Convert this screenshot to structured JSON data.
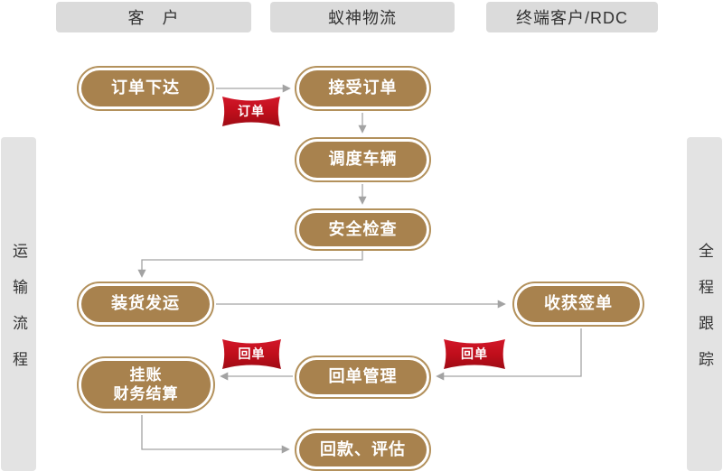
{
  "header": {
    "columns": [
      {
        "label": "客　户"
      },
      {
        "label": "蚁神物流"
      },
      {
        "label": "终端客户/RDC"
      }
    ]
  },
  "sidebars": {
    "left": {
      "label": "运输流程"
    },
    "right": {
      "label": "全程跟踪"
    }
  },
  "flow": {
    "nodes": [
      {
        "id": "order-issued",
        "label": "订单下达"
      },
      {
        "id": "accept-order",
        "label": "接受订单"
      },
      {
        "id": "dispatch-vehicles",
        "label": "调度车辆"
      },
      {
        "id": "safety-check",
        "label": "安全检查"
      },
      {
        "id": "load-and-ship",
        "label": "装货发运"
      },
      {
        "id": "receipt-signing",
        "label": "收获签单"
      },
      {
        "id": "receipt-management",
        "label": "回单管理"
      },
      {
        "id": "settlement",
        "label": "挂账\n财务结算"
      },
      {
        "id": "payment-evaluation",
        "label": "回款、评估"
      }
    ],
    "ribbons": [
      {
        "id": "order-ribbon",
        "label": "订单"
      },
      {
        "id": "receipt-ribbon-left",
        "label": "回单"
      },
      {
        "id": "receipt-ribbon-right",
        "label": "回单"
      }
    ]
  },
  "colors": {
    "node_fill": "#a8824e",
    "node_border": "#b3915c",
    "header_bg": "#dbdbdb",
    "sidebar_bg": "#e3e3e3",
    "connector": "#a3a3a3",
    "ribbon_red": "#c00e1b"
  }
}
